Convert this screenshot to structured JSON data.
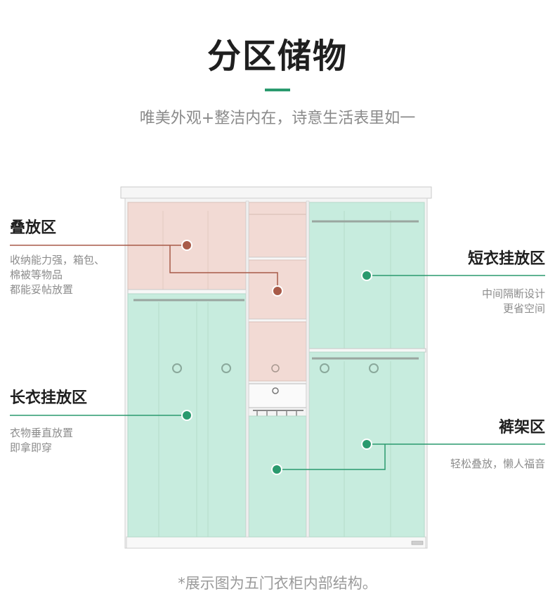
{
  "header": {
    "title": "分区储物",
    "subtitle": "唯美外观+整洁内在，诗意生活表里如一",
    "accent_color": "#2a9a6e"
  },
  "zones": {
    "fold": {
      "title": "叠放区",
      "desc": "收纳能力强，箱包、\n棉被等物品\n都能妥帖放置",
      "color": "#a85a48"
    },
    "long": {
      "title": "长衣挂放区",
      "desc": "衣物垂直放置\n即拿即穿",
      "color": "#2a9a6e"
    },
    "short": {
      "title": "短衣挂放区",
      "desc": "中间隔断设计\n更省空间",
      "color": "#2a9a6e"
    },
    "pants": {
      "title": "裤架区",
      "desc": "轻松叠放，懒人福音",
      "color": "#2a9a6e"
    }
  },
  "colors": {
    "fold_fill": "#f2dad4",
    "hang_fill": "#c7ecde",
    "frame": "#f4f4f4"
  },
  "footer": {
    "note": "*展示图为五门衣柜内部结构。"
  }
}
